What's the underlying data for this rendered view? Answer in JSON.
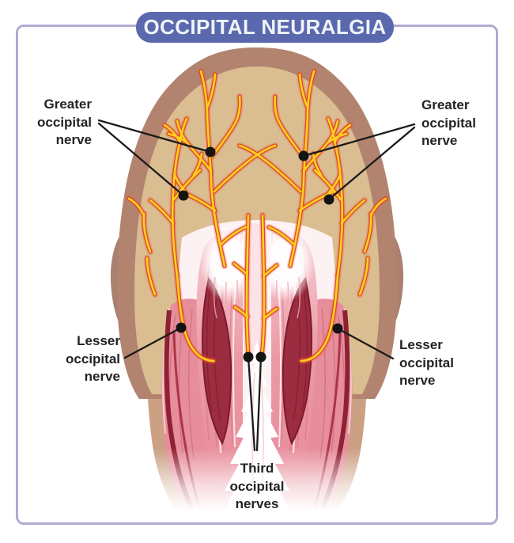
{
  "title": {
    "text": "OCCIPITAL NEURALGIA"
  },
  "labels": {
    "greater_left": {
      "line1": "Greater",
      "line2": "occipital",
      "line3": "nerve"
    },
    "greater_right": {
      "line1": "Greater",
      "line2": "occipital",
      "line3": "nerve"
    },
    "lesser_left": {
      "line1": "Lesser",
      "line2": "occipital",
      "line3": "nerve"
    },
    "lesser_right": {
      "line1": "Lesser",
      "line2": "occipital",
      "line3": "nerve"
    },
    "third_center": {
      "line1": "Third",
      "line2": "occipital",
      "line3": "nerves"
    }
  },
  "colors": {
    "title_banner_bg": "#5a69ae",
    "title_text": "#eef3f8",
    "frame_border": "#b1acd1",
    "label_text": "#232323",
    "callout_black": "#141414",
    "nerve_yellow": "#ffd21c",
    "nerve_outline": "#e0482c",
    "scalp_skin": "#dabd90",
    "hair_silhouette": "#b2846f",
    "neck_skin": "#cba083",
    "muscle_pink": "#e68e9b",
    "muscle_deep_red": "#9c2c3f",
    "fascia_white": "#ffffff"
  }
}
